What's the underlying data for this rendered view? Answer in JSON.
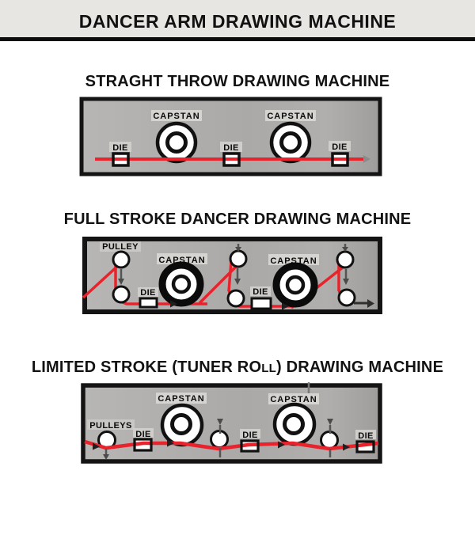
{
  "header": {
    "title": "DANCER ARM DRAWING MACHINE"
  },
  "sections": [
    {
      "title": "STRAGHT THROW DRAWING MACHINE",
      "capstans": [
        "CAPSTAN",
        "CAPSTAN"
      ],
      "dies": [
        "DIE",
        "DIE",
        "DIE"
      ]
    },
    {
      "title": "FULL STROKE DANCER DRAWING MACHINE",
      "pulley_label": "PULLEY",
      "capstans": [
        "CAPSTAN",
        "CAPSTAN"
      ],
      "dies": [
        "DIE",
        "DIE"
      ]
    },
    {
      "title_part1": "LIMITED STROKE (TUNER RO",
      "title_part2": "LL",
      "title_part3": ") DRAWING MACHINE",
      "pulleys_label": "PULLEYS",
      "capstans": [
        "CAPSTAN",
        "CAPSTAN"
      ],
      "dies": [
        "DIE",
        "DIE",
        "DIE"
      ]
    }
  ],
  "colors": {
    "wire_red": "#e8232b",
    "arrow_gray": "#555555",
    "exit_arrow_dark": "#2f2f2f",
    "header_bg": "#e8e6e3",
    "panel_gray": "#aeadab"
  }
}
